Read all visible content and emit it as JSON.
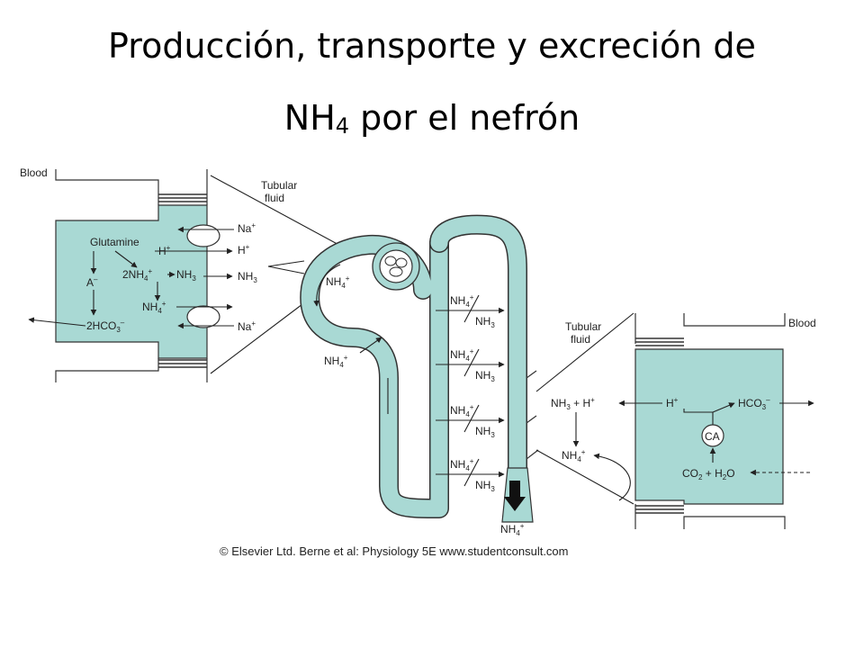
{
  "title": {
    "line1": "Producción, transporte y excreción de",
    "line2_main": "NH",
    "line2_sub": "4",
    "line2_rest": " por el nefrón"
  },
  "left_cell": {
    "blood": "Blood",
    "tubular_fluid_1": "Tubular",
    "tubular_fluid_2": "fluid",
    "glutamine": "Glutamine",
    "a_minus": "A",
    "a_minus_sup": "–",
    "nh4_2": "2NH",
    "nh4_2_sub": "4",
    "nh4_2_sup": "+",
    "nh3_cell": "NH",
    "nh3_cell_sub": "3",
    "nh4_cell": "NH",
    "nh4_cell_sub": "4",
    "nh4_cell_sup": "+",
    "hco3_2": "2HCO",
    "hco3_2_sub": "3",
    "hco3_2_sup": "–",
    "na_top": "Na",
    "na_top_sup": "+",
    "h_cell": "H",
    "h_cell_sup": "+",
    "h_fluid": "H",
    "h_fluid_sup": "+",
    "nh3_fluid": "NH",
    "nh3_fluid_sub": "3",
    "na_bottom": "Na",
    "na_bottom_sup": "+"
  },
  "nephron": {
    "nh4_proximal": "NH",
    "nh4_proximal_sub": "4",
    "nh4_proximal_sup": "+",
    "nh4_loop": "NH",
    "nh4_loop_sub": "4",
    "nh4_loop_sup": "+",
    "duct_pairs": [
      {
        "top": "NH",
        "top_sub": "4",
        "top_sup": "+",
        "bottom": "NH",
        "bottom_sub": "3"
      },
      {
        "top": "NH",
        "top_sub": "4",
        "top_sup": "+",
        "bottom": "NH",
        "bottom_sub": "3"
      },
      {
        "top": "NH",
        "top_sub": "4",
        "top_sup": "+",
        "bottom": "NH",
        "bottom_sub": "3"
      },
      {
        "top": "NH",
        "top_sub": "4",
        "top_sup": "+",
        "bottom": "NH",
        "bottom_sub": "3"
      }
    ],
    "nh4_urine": "NH",
    "nh4_urine_sub": "4",
    "nh4_urine_sup": "+"
  },
  "right_cell": {
    "blood": "Blood",
    "tubular_fluid_1": "Tubular",
    "tubular_fluid_2": "fluid",
    "nh3_plus_h": "NH",
    "nh3_plus_h_sub": "3",
    "nh3_plus_h_rest": " + H",
    "nh3_plus_h_sup": "+",
    "nh4_fluid": "NH",
    "nh4_fluid_sub": "4",
    "nh4_fluid_sup": "+",
    "h_cell": "H",
    "h_cell_sup": "+",
    "hco3": "HCO",
    "hco3_sub": "3",
    "hco3_sup": "–",
    "ca": "CA",
    "co2": "CO",
    "co2_sub": "2",
    "co2_rest": " + H",
    "h2o_sub": "2",
    "h2o_rest": "O"
  },
  "credit": "© Elsevier Ltd. Berne et al: Physiology 5E www.studentconsult.com",
  "colors": {
    "cell_fill": "#a9d9d4",
    "tubule_fill": "#a9d9d4",
    "outline": "#333333"
  }
}
